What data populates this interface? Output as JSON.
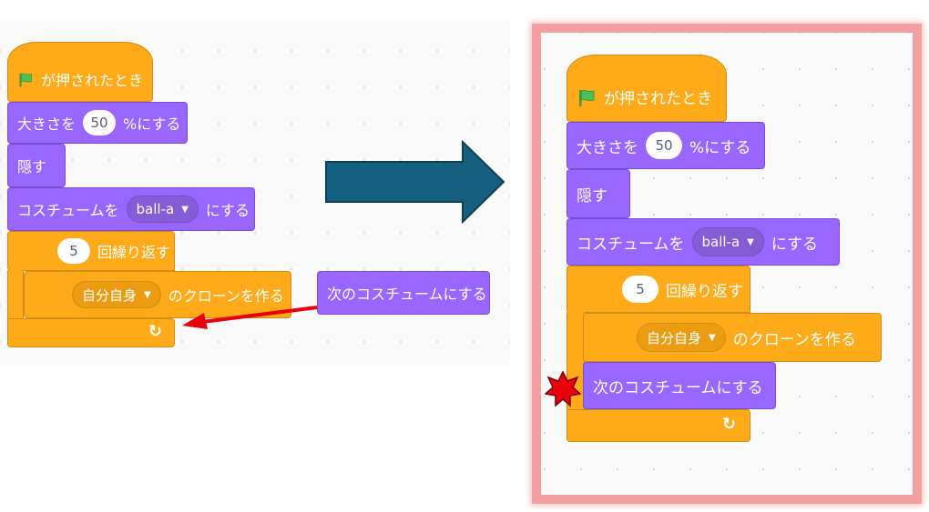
{
  "left_script": {
    "hat_label": "が押されたとき",
    "size_prefix": "大きさを",
    "size_value": "50",
    "size_suffix": "%にする",
    "hide_label": "隠す",
    "costume_prefix": "コスチュームを",
    "costume_value": "ball-a",
    "costume_suffix": "にする",
    "repeat_value": "5",
    "repeat_label": "回繰り返す",
    "clone_target": "自分自身",
    "clone_label": "のクローンを作る",
    "loose_block": "次のコスチュームにする"
  },
  "right_script": {
    "hat_label": "が押されたとき",
    "size_prefix": "大きさを",
    "size_value": "50",
    "size_suffix": "%にする",
    "hide_label": "隠す",
    "costume_prefix": "コスチュームを",
    "costume_value": "ball-a",
    "costume_suffix": "にする",
    "repeat_value": "5",
    "repeat_label": "回繰り返す",
    "clone_target": "自分自身",
    "clone_label": "のクローンを作る",
    "next_costume": "次のコスチュームにする"
  },
  "icons": {
    "flag": "green-flag-icon",
    "loop": "loop-arrow-icon",
    "dropdown": "caret-down-icon",
    "big_arrow": "right-arrow-icon",
    "red_arrow": "pointer-arrow-icon",
    "star": "red-star-icon"
  },
  "colors": {
    "motion": "#9966ff",
    "control": "#ffab19",
    "flag": "#4cbf56",
    "big_arrow": "#155f80",
    "red_arrow": "#e8000b",
    "highlight_frame": "#f2a0a2"
  }
}
